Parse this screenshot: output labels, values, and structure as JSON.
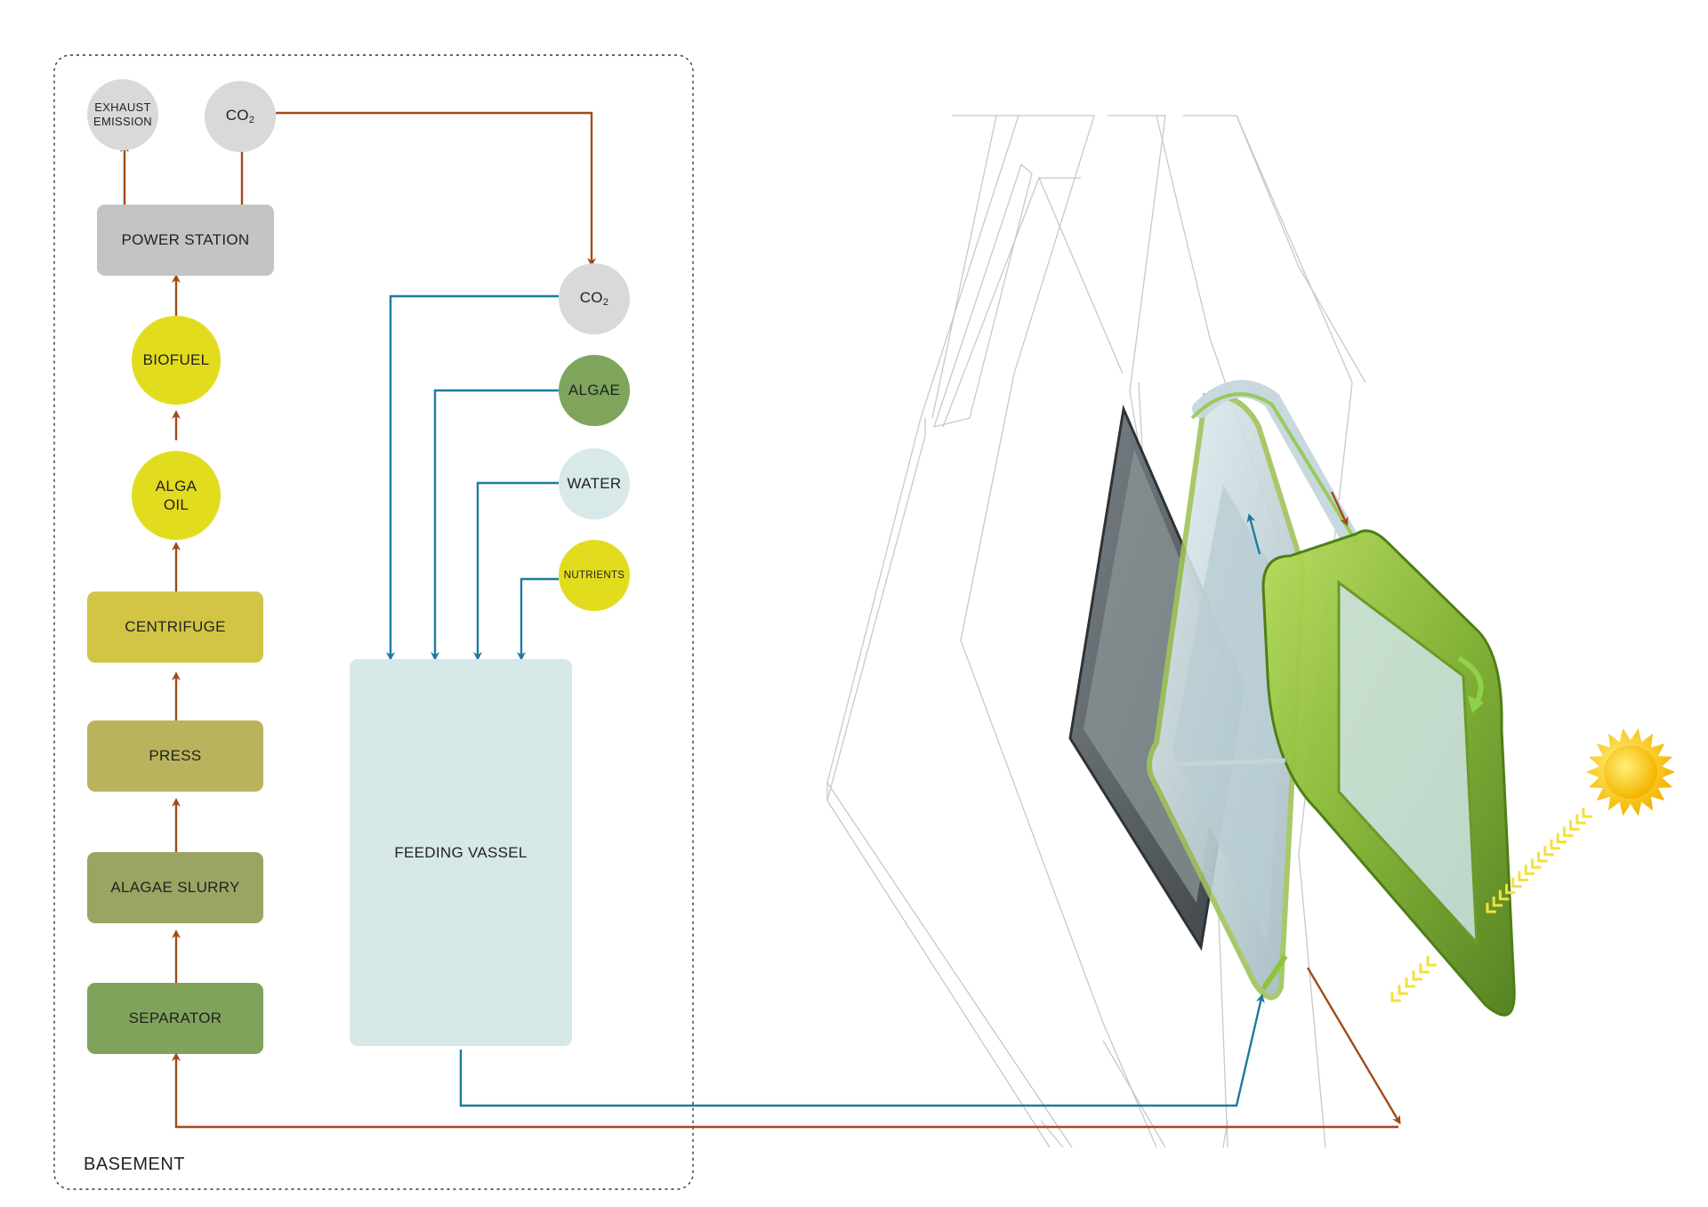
{
  "basement": {
    "label": "BASEMENT"
  },
  "nodes": {
    "exhaust": {
      "line1": "EXHAUST",
      "line2": "EMISSION"
    },
    "co2_top": {
      "label": "CO",
      "sub": "2"
    },
    "power_station": {
      "label": "POWER STATION"
    },
    "biofuel": {
      "label": "BIOFUEL"
    },
    "alga_oil": {
      "line1": "ALGA",
      "line2": "OIL"
    },
    "centrifuge": {
      "label": "CENTRIFUGE"
    },
    "press": {
      "label": "PRESS"
    },
    "algae_slurry": {
      "label": "ALAGAE SLURRY"
    },
    "separator": {
      "label": "SEPARATOR"
    },
    "co2_right": {
      "label": "CO",
      "sub": "2"
    },
    "algae": {
      "label": "ALGAE"
    },
    "water": {
      "label": "WATER"
    },
    "nutrients": {
      "label": "NUTRIENTS"
    },
    "feeding_vessel": {
      "label": "FEEDING VASSEL"
    }
  },
  "colors": {
    "brown_arrow": "#a04a1a",
    "blue_arrow": "#1e7a9e",
    "gray_node": "#c4c4c4",
    "gray_circle": "#d9d9d9",
    "yellow_node": "#e2dc1e",
    "centrifuge": "#d2c545",
    "press": "#b9b35e",
    "slurry": "#9aa563",
    "separator": "#7fa35a",
    "algae_green": "#7ea55b",
    "water_light": "#d8e9e9",
    "feeding_vessel": "#d7e8e8",
    "sun_yellow": "#ffd21a",
    "panel_green": "#8fc43a"
  },
  "icons": [
    "sun-icon",
    "rotate-arrow-icon"
  ]
}
